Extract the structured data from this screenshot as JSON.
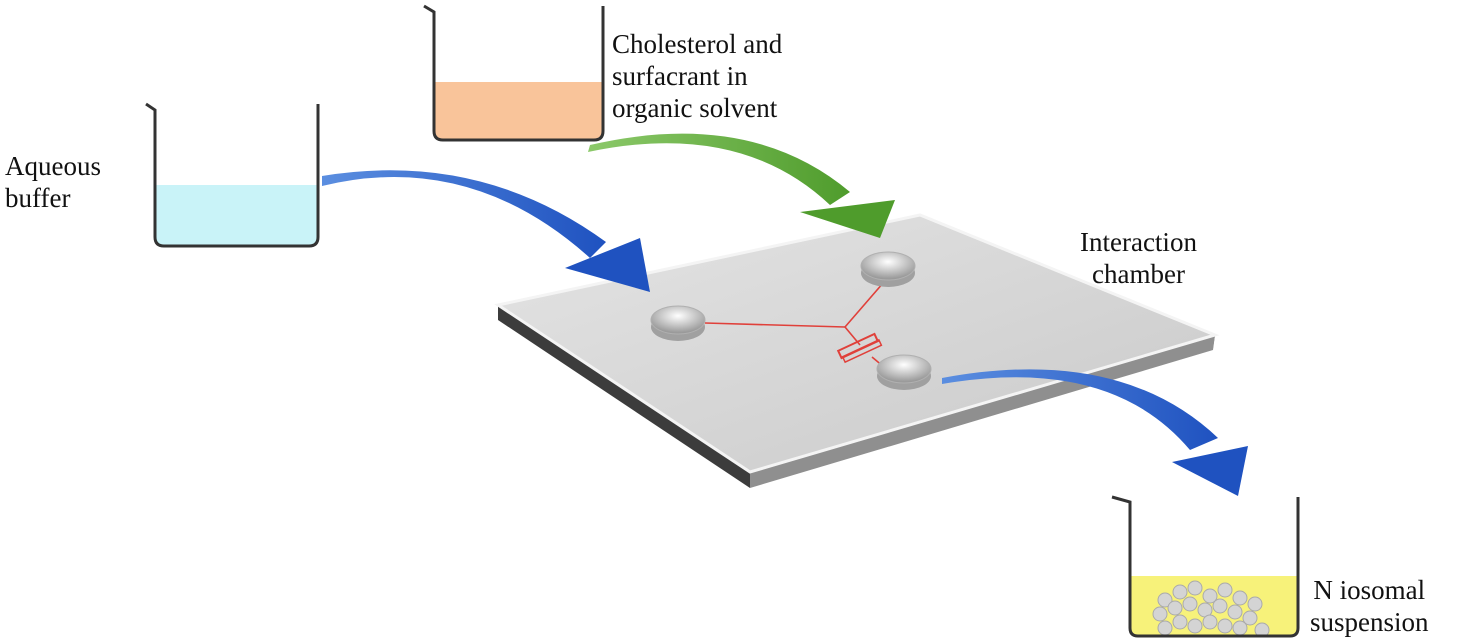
{
  "labels": {
    "aqueous": [
      "Aqueous",
      "buffer"
    ],
    "organic": [
      "Cholesterol and",
      "surfacrant in",
      "organic solvent"
    ],
    "chamber": [
      "Interaction",
      "chamber"
    ],
    "product": [
      "N iosomal",
      "suspension"
    ]
  },
  "colors": {
    "aqueous_liquid": "#c9f3f8",
    "organic_liquid": "#f9c49a",
    "product_liquid": "#f7f27a",
    "blue_arrow": "#2c60c9",
    "green_arrow": "#5fae3a",
    "channel": "#e0403a"
  }
}
